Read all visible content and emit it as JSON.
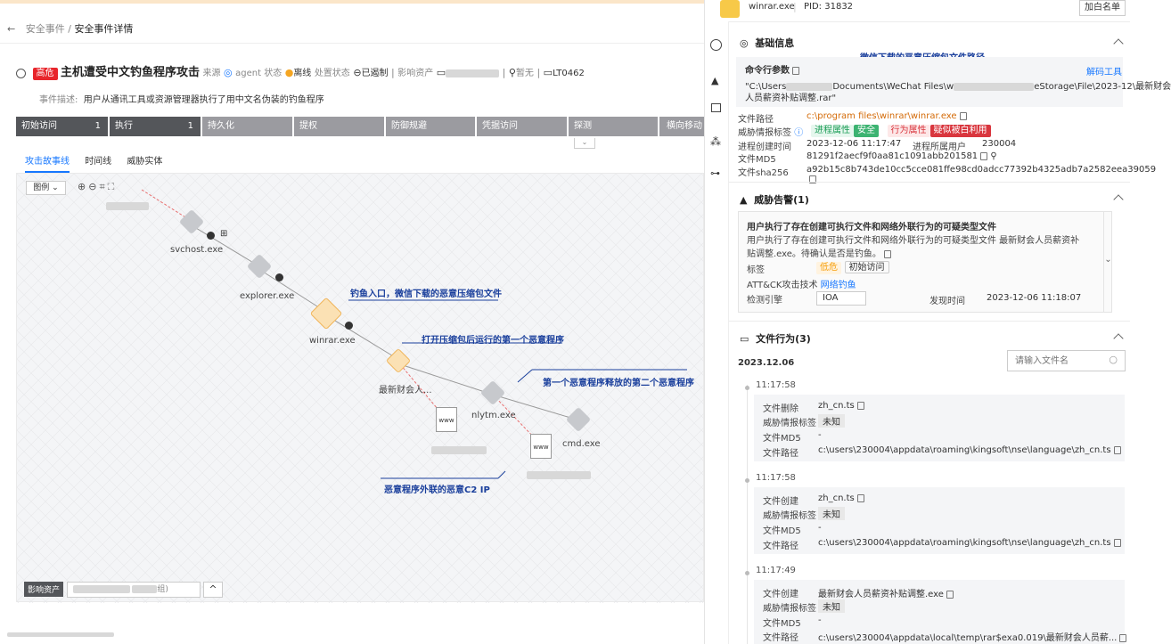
{
  "breadcrumb": {
    "parent": "安全事件",
    "sep": "/",
    "current": "安全事件详情"
  },
  "incident": {
    "severity": "高危",
    "title": "主机遭受中文钓鱼程序攻击",
    "source_label": "来源",
    "agent_label": "agent 状态",
    "agent_status": "离线",
    "handle_label": "处置状态",
    "handle_status": "已遏制",
    "asset_label": "影响资产",
    "owner": "暂无",
    "host": "LT0462",
    "desc_label": "事件描述:",
    "desc": "用户从通讯工具或资源管理器执行了用中文名伪装的钓鱼程序"
  },
  "stages": [
    {
      "label": "初始访问",
      "count": "1"
    },
    {
      "label": "执行",
      "count": "1"
    },
    {
      "label": "持久化",
      "count": ""
    },
    {
      "label": "提权",
      "count": ""
    },
    {
      "label": "防御规避",
      "count": ""
    },
    {
      "label": "凭据访问",
      "count": ""
    },
    {
      "label": "探测",
      "count": ""
    },
    {
      "label": "横向移动",
      "count": ""
    }
  ],
  "tabs": [
    "攻击故事线",
    "时间线",
    "威胁实体"
  ],
  "graph": {
    "legend": "图例",
    "nodes": {
      "svchost": "svchost.exe",
      "explorer": "explorer.exe",
      "winrar": "winrar.exe",
      "fake": "最新财会人...",
      "nlytm": "nlytm.exe",
      "cmd": "cmd.exe"
    },
    "annotations": {
      "a1": "钓鱼入口，微信下载的恶意压缩包文件",
      "a2": "打开压缩包后运行的第一个恶意程序",
      "a3": "第一个恶意程序释放的第二个恶意程序",
      "a4": "恶意程序外联的恶意C2 IP"
    },
    "assets_label": "影响资产",
    "assets_suffix": "组)"
  },
  "panel": {
    "process": "winrar.exe",
    "pid": "PID: 31832",
    "whitelist": "加白名单",
    "basic": {
      "title": "基础信息",
      "annotation": "微信下载的恶意压缩包文件路径",
      "cmd_label": "命令行参数",
      "decode": "解码工具",
      "cmd_line1_a": "\"C:\\Users",
      "cmd_line1_b": "Documents\\WeChat Files\\w",
      "cmd_line1_c": "eStorage\\File\\2023-12\\最新财会",
      "cmd_line2": "人员薪资补贴调整.rar\"",
      "path_label": "文件路径",
      "path": "c:\\program files\\winrar\\winrar.exe",
      "ti_label": "威胁情报标签",
      "t1": "进程属性",
      "t2": "安全",
      "t3": "行为属性",
      "t4": "疑似被白利用",
      "ctime_label": "进程创建时间",
      "ctime": "2023-12-06 11:17:47",
      "user_label": "进程所属用户",
      "user": "230004",
      "md5_label": "文件MD5",
      "md5": "81291f2aecf9f0aa81c1091abb201581",
      "sha_label": "文件sha256",
      "sha": "a92b15c8b743de10cc5cce081ffe98cd0adcc77392b4325adb7a2582eea39059"
    },
    "alert": {
      "title": "威胁告警(1)",
      "name": "用户执行了存在创建可执行文件和网络外联行为的可疑类型文件",
      "desc1": "用户执行了存在创建可执行文件和网络外联行为的可疑类型文件 最新财会人员薪资补",
      "desc2": "贴调整.exe。待确认是否是钓鱼。",
      "tag_label": "标签",
      "tag1": "低危",
      "tag2": "初始访问",
      "attck_label": "ATT&CK攻击技术",
      "attck": "网络钓鱼",
      "engine_label": "检测引擎",
      "engine": "IOA",
      "time_label": "发现时间",
      "time": "2023-12-06 11:18:07"
    },
    "files": {
      "title": "文件行为(3)",
      "date": "2023.12.06",
      "placeholder": "请输入文件名",
      "events": [
        {
          "time": "11:17:58",
          "action_label": "文件删除",
          "action": "zh_cn.ts",
          "ti_label": "威胁情报标签",
          "ti": "未知",
          "md5_label": "文件MD5",
          "md5": "-",
          "path_label": "文件路径",
          "path": "c:\\users\\230004\\appdata\\roaming\\kingsoft\\nse\\language\\zh_cn.ts"
        },
        {
          "time": "11:17:58",
          "action_label": "文件创建",
          "action": "zh_cn.ts",
          "ti_label": "威胁情报标签",
          "ti": "未知",
          "md5_label": "文件MD5",
          "md5": "-",
          "path_label": "文件路径",
          "path": "c:\\users\\230004\\appdata\\roaming\\kingsoft\\nse\\language\\zh_cn.ts"
        },
        {
          "time": "11:17:49",
          "action_label": "文件创建",
          "action": "最新财会人员薪资补贴调整.exe",
          "ti_label": "威胁情报标签",
          "ti": "未知",
          "md5_label": "文件MD5",
          "md5": "-",
          "path_label": "文件路径",
          "path": "c:\\users\\230004\\appdata\\local\\temp\\rar$exa0.019\\最新财会人员薪..."
        }
      ]
    }
  },
  "colors": {
    "accent": "#1677ff",
    "danger": "#e8262c",
    "stage_active": "#54565a",
    "stage": "#9b9ba0",
    "annotation": "#1a3f9c"
  }
}
